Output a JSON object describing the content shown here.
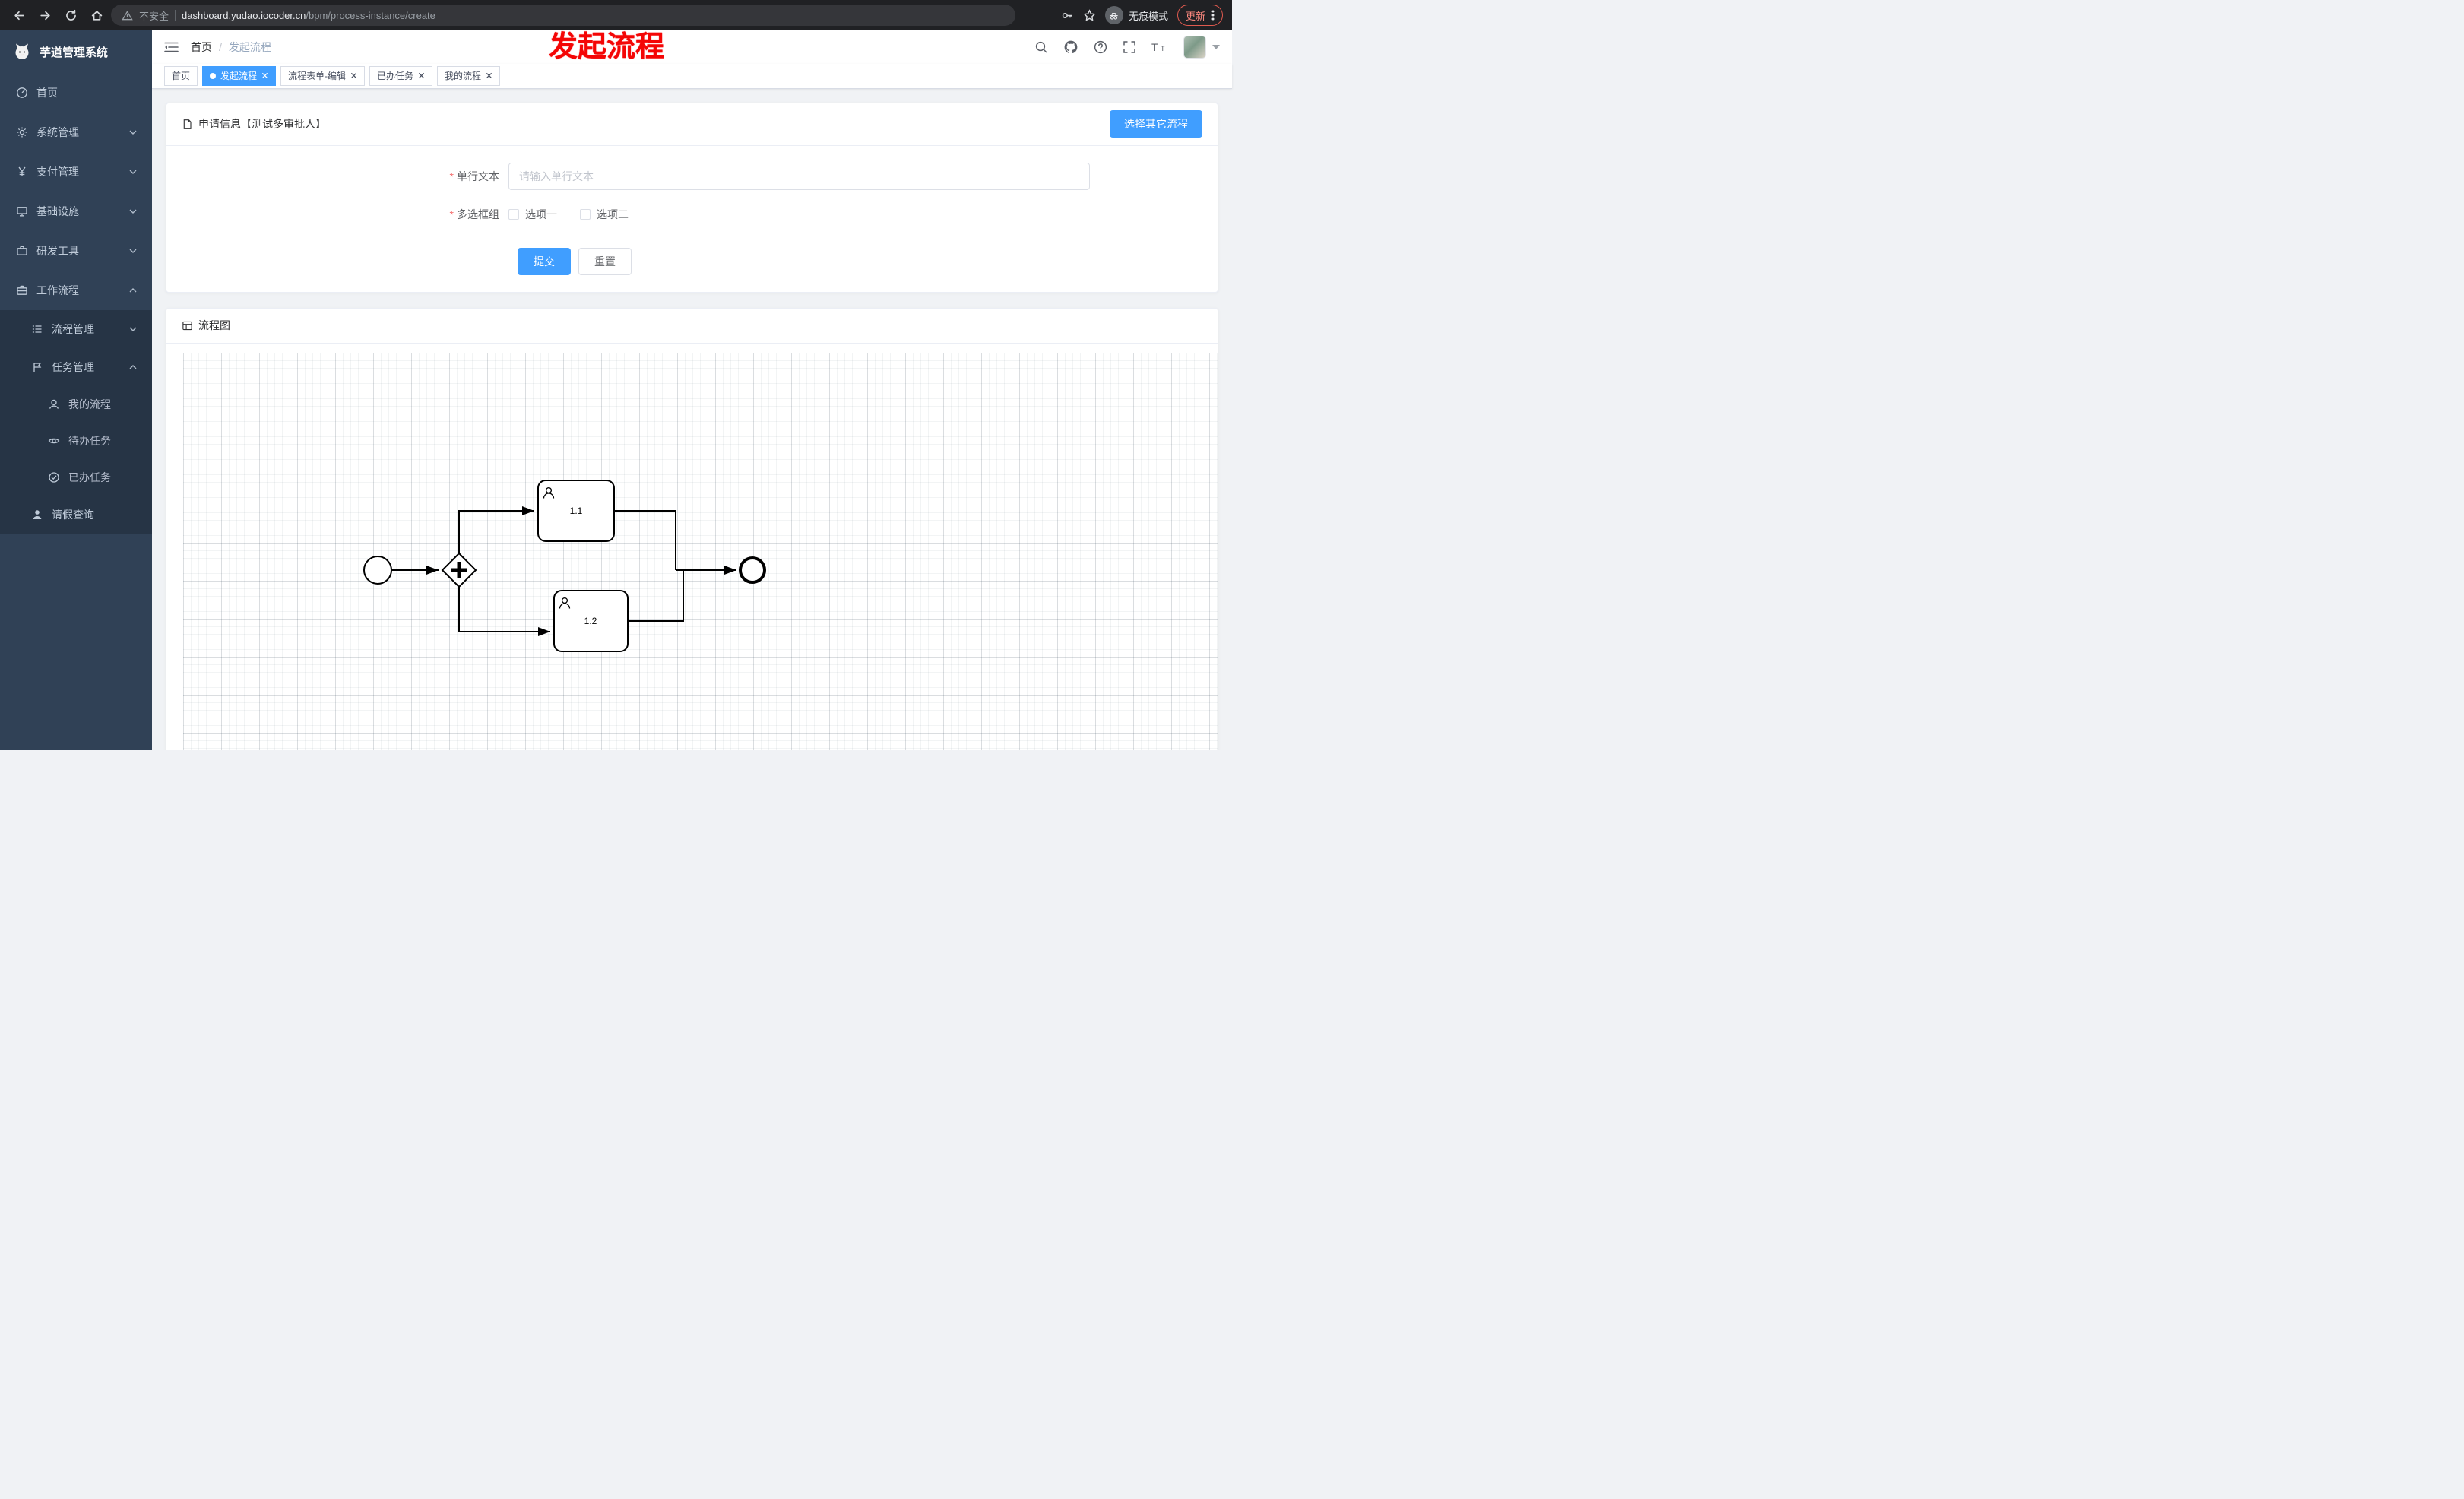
{
  "browser": {
    "security_label": "不安全",
    "url_domain": "dashboard.yudao.iocoder.cn",
    "url_path": "/bpm/process-instance/create",
    "incognito_label": "无痕模式",
    "update_label": "更新"
  },
  "overlay_caption": "发起流程",
  "sidebar": {
    "logo_title": "芋道管理系统",
    "items": [
      {
        "label": "首页"
      },
      {
        "label": "系统管理"
      },
      {
        "label": "支付管理"
      },
      {
        "label": "基础设施"
      },
      {
        "label": "研发工具"
      },
      {
        "label": "工作流程"
      }
    ],
    "workflow_children": [
      {
        "label": "流程管理"
      },
      {
        "label": "任务管理"
      }
    ],
    "task_children": [
      {
        "label": "我的流程"
      },
      {
        "label": "待办任务"
      },
      {
        "label": "已办任务"
      }
    ],
    "leave_item": {
      "label": "请假查询"
    }
  },
  "navbar": {
    "breadcrumb_home": "首页",
    "breadcrumb_sep": "/",
    "breadcrumb_current": "发起流程"
  },
  "tabs": [
    {
      "label": "首页"
    },
    {
      "label": "发起流程"
    },
    {
      "label": "流程表单-编辑"
    },
    {
      "label": "已办任务"
    },
    {
      "label": "我的流程"
    }
  ],
  "form_card": {
    "title": "申请信息【测试多审批人】",
    "select_other_label": "选择其它流程",
    "required_mark": "*",
    "text_field": {
      "label": "单行文本",
      "placeholder": "请输入单行文本",
      "value": ""
    },
    "checkbox_group": {
      "label": "多选框组",
      "options": [
        {
          "label": "选项一",
          "checked": false
        },
        {
          "label": "选项二",
          "checked": false
        }
      ]
    },
    "submit_label": "提交",
    "reset_label": "重置"
  },
  "diagram_card": {
    "title": "流程图",
    "nodes": {
      "task1": "1.1",
      "task2": "1.2"
    }
  },
  "colors": {
    "primary": "#409eff",
    "sidebar_bg": "#304156",
    "submenu_bg": "#263445",
    "annotation_red": "#f40606",
    "required_red": "#f56c6c"
  }
}
